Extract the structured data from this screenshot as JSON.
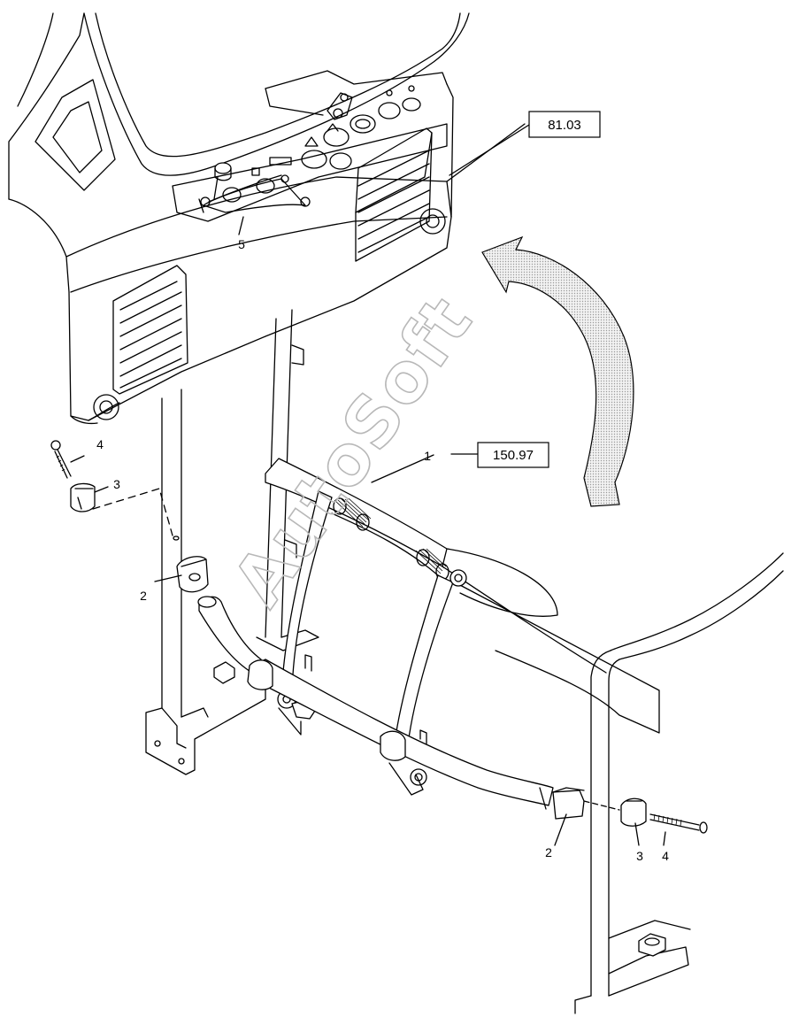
{
  "diagram": {
    "reference_boxes": [
      {
        "id": "ref-81",
        "label": "81.03"
      },
      {
        "id": "ref-150",
        "label": "150.97"
      }
    ],
    "callouts": [
      {
        "id": "c1",
        "label": "1"
      },
      {
        "id": "c2a",
        "label": "2"
      },
      {
        "id": "c2b",
        "label": "2"
      },
      {
        "id": "c3a",
        "label": "3"
      },
      {
        "id": "c3b",
        "label": "3"
      },
      {
        "id": "c4a",
        "label": "4"
      },
      {
        "id": "c4b",
        "label": "4"
      },
      {
        "id": "c5",
        "label": "5"
      }
    ],
    "watermark": "AutoSoft"
  },
  "colors": {
    "line": "#000000",
    "arrow_fill": "#d9d9d9",
    "watermark": "#b8b8b8"
  }
}
